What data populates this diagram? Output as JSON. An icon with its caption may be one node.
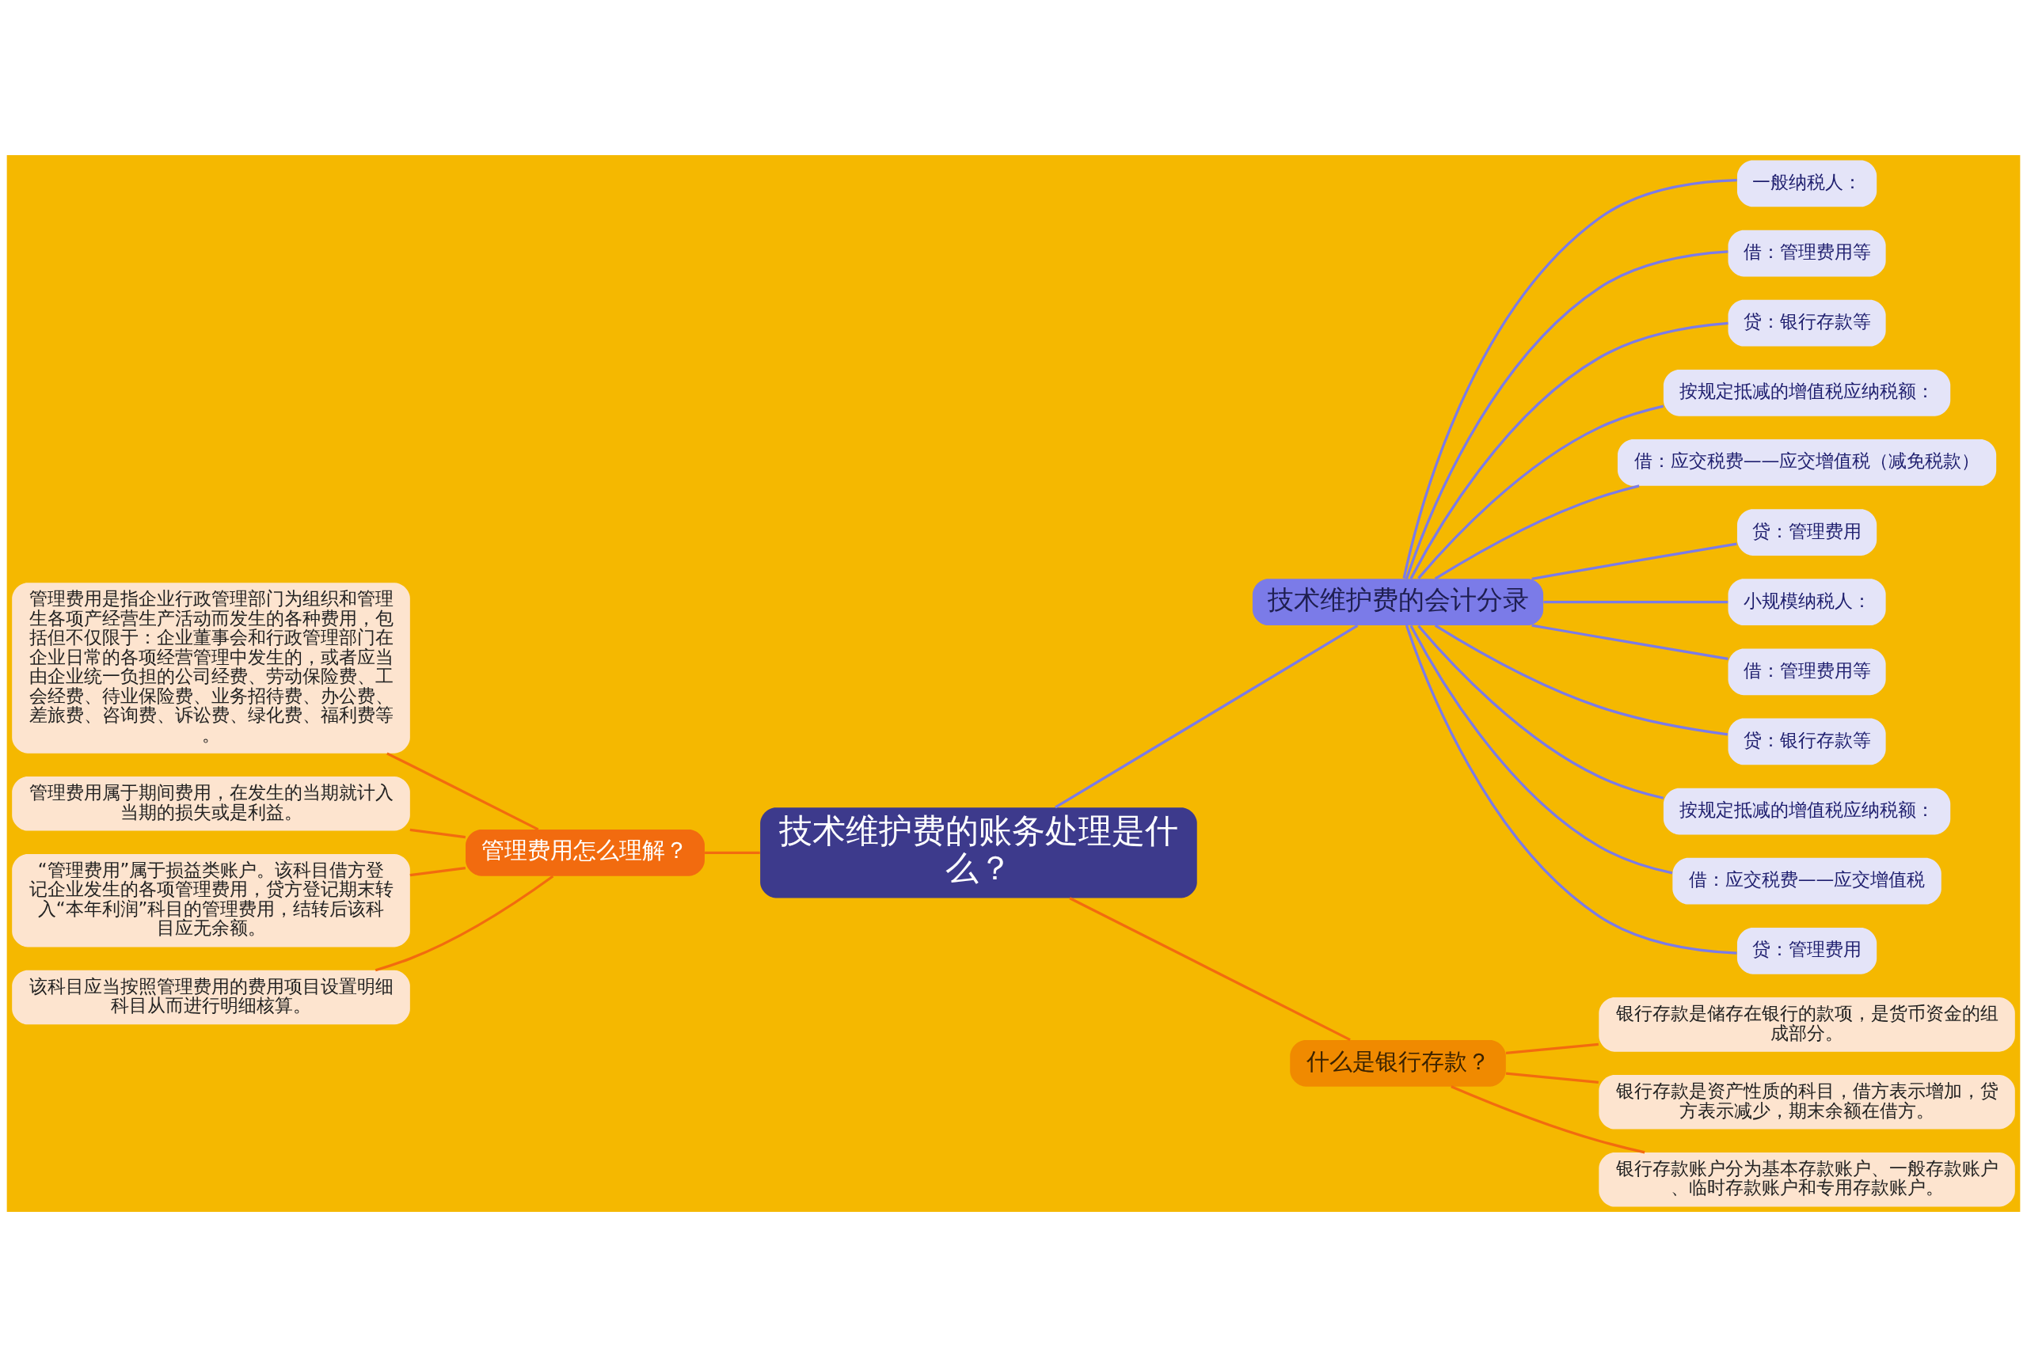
{
  "diagram": {
    "nodes": [
      {
        "text": [
          "技术维护费的账务处理是什么？"
        ]
      },
      {
        "text": [
          "技术维护费的会计分录"
        ]
      },
      {
        "text": [
          "一般纳税人："
        ]
      },
      {
        "text": [
          "借：管理费用等"
        ]
      },
      {
        "text": [
          "贷：银行存款等"
        ]
      },
      {
        "text": [
          "按规定抵减的增值税应纳税额："
        ]
      },
      {
        "text": [
          "借：应交税费——应交增值税（减免税款）"
        ]
      },
      {
        "text": [
          "贷：管理费用"
        ]
      },
      {
        "text": [
          "小规模纳税人："
        ]
      },
      {
        "text": [
          "借：管理费用等"
        ]
      },
      {
        "text": [
          "贷：银行存款等"
        ]
      },
      {
        "text": [
          "按规定抵减的增值税应纳税额："
        ]
      },
      {
        "text": [
          "借：应交税费——应交增值税"
        ]
      },
      {
        "text": [
          "贷：管理费用"
        ]
      },
      {
        "text": [
          "管理费用怎么理解？"
        ]
      },
      {
        "text": [
          "管理费用是指企业行政管理部门为组织和管理生各项产经营生产活动而发生的各种费用，包括但不仅限于：企业董事会和行政管理部门在企业日常的各项经营管理中发生的，或者应当由企业统一负担的公司经费、劳动保险费、工会经费、待业保险费、业务招待费、办公费、差旅费、咨询费、诉讼费、绿化费、福利费等。"
        ]
      },
      {
        "text": [
          "管理费用属于期间费用，在发生的当期就计入当期的损失或是利益。"
        ]
      },
      {
        "text": [
          "“管理费用”属于损益类账户。该科目借方登记企业发生的各项管理费用，贷方登记期末转入“本年利润”科目的管理费用，结转后该科目应无余额。"
        ]
      },
      {
        "text": [
          "该科目应当按照管理费用的费用项目设置明细科目从而进行明细核算。"
        ]
      },
      {
        "text": [
          "什么是银行存款？"
        ]
      },
      {
        "text": [
          "银行存款是储存在银行的款项，是货币资金的组成部分。"
        ]
      },
      {
        "text": [
          "银行存款是资产性质的科目，借方表示增加，贷方表示减少，期末余额在借方。"
        ]
      },
      {
        "text": [
          "银行存款账户分为基本存款账户、一般存款账户、临时存款账户和专用存款账户。"
        ]
      }
    ],
    "edges": [
      {
        "from": 0,
        "to": 1,
        "arrow": "none"
      },
      {
        "from": 1,
        "to": 2,
        "arrow": "none"
      },
      {
        "from": 1,
        "to": 3,
        "arrow": "none"
      },
      {
        "from": 1,
        "to": 4,
        "arrow": "none"
      },
      {
        "from": 1,
        "to": 5,
        "arrow": "none"
      },
      {
        "from": 1,
        "to": 6,
        "arrow": "none"
      },
      {
        "from": 1,
        "to": 7,
        "arrow": "none"
      },
      {
        "from": 1,
        "to": 8,
        "arrow": "none"
      },
      {
        "from": 1,
        "to": 9,
        "arrow": "none"
      },
      {
        "from": 1,
        "to": 10,
        "arrow": "none"
      },
      {
        "from": 1,
        "to": 11,
        "arrow": "none"
      },
      {
        "from": 1,
        "to": 12,
        "arrow": "none"
      },
      {
        "from": 1,
        "to": 13,
        "arrow": "none"
      },
      {
        "from": 0,
        "to": 14,
        "arrow": "none",
        "color": "#f26b0f"
      },
      {
        "from": 14,
        "to": 15,
        "arrow": "none",
        "color": "#f26b0f"
      },
      {
        "from": 14,
        "to": 16,
        "arrow": "none",
        "color": "#f26b0f"
      },
      {
        "from": 14,
        "to": 17,
        "arrow": "none",
        "color": "#f26b0f"
      },
      {
        "from": 14,
        "to": 18,
        "arrow": "none",
        "color": "#f26b0f"
      },
      {
        "from": 0,
        "to": 19,
        "arrow": "none",
        "color": "#f26b0f"
      },
      {
        "from": 19,
        "to": 20,
        "arrow": "none",
        "color": "#f26b0f"
      },
      {
        "from": 19,
        "to": 21,
        "arrow": "none",
        "color": "#f26b0f"
      },
      {
        "from": 19,
        "to": 22,
        "arrow": "none",
        "color": "#f26b0f"
      }
    ]
  }
}
